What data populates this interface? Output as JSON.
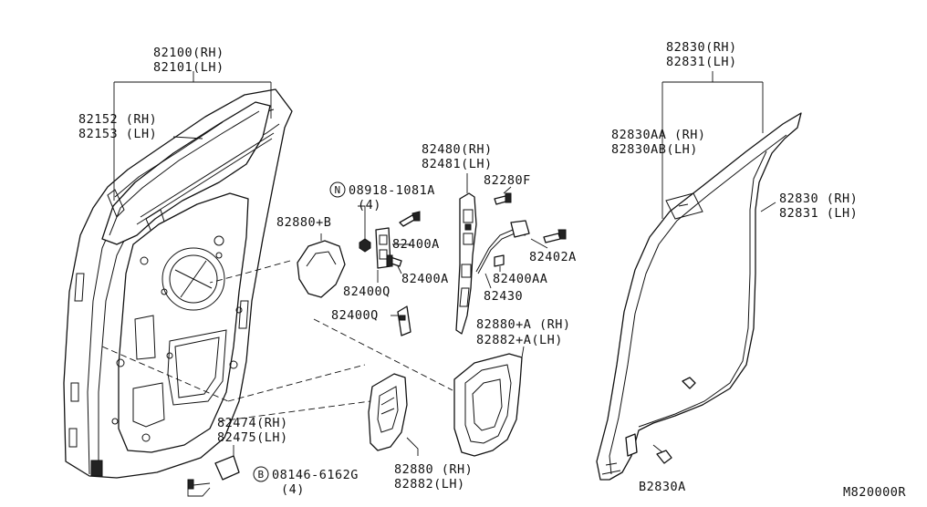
{
  "labels": {
    "door_panel_rh": "82100(RH)",
    "door_panel_lh": "82101(LH)",
    "sash_rh": "82152 (RH)",
    "sash_lh": "82153 (LH)",
    "cover_b": "82880+B",
    "nut_part": "08918-1081A",
    "nut_qty": "(4)",
    "bracket_a1": "82400A",
    "bracket_a2": "82400A",
    "bracket_q1": "82400Q",
    "bracket_q2": "82400Q",
    "lock_rh": "82480(RH)",
    "lock_lh": "82481(LH)",
    "bolt_f": "82280F",
    "bracket_402a": "82402A",
    "bracket_aa": "82400AA",
    "rod_430": "82430",
    "cover_a_rh": "82880+A (RH)",
    "cover_a_lh": "82882+A(LH)",
    "hinge_rh": "82474(RH)",
    "hinge_lh": "82475(LH)",
    "bolt_part": "08146-6162G",
    "bolt_qty": "(4)",
    "handle_rh": "82880 (RH)",
    "handle_lh": "82882(LH)",
    "weather_rh": "82830(RH)",
    "weather_lh": "82831(LH)",
    "weather_aa_rh": "82830AA (RH)",
    "weather_ab_lh": "82830AB(LH)",
    "seal_rh": "82830 (RH)",
    "seal_lh": "82831 (LH)",
    "clip": "B2830A",
    "diagram_code": "M820000R"
  },
  "symbols": {
    "nut_marker": "N",
    "bolt_marker": "B"
  }
}
